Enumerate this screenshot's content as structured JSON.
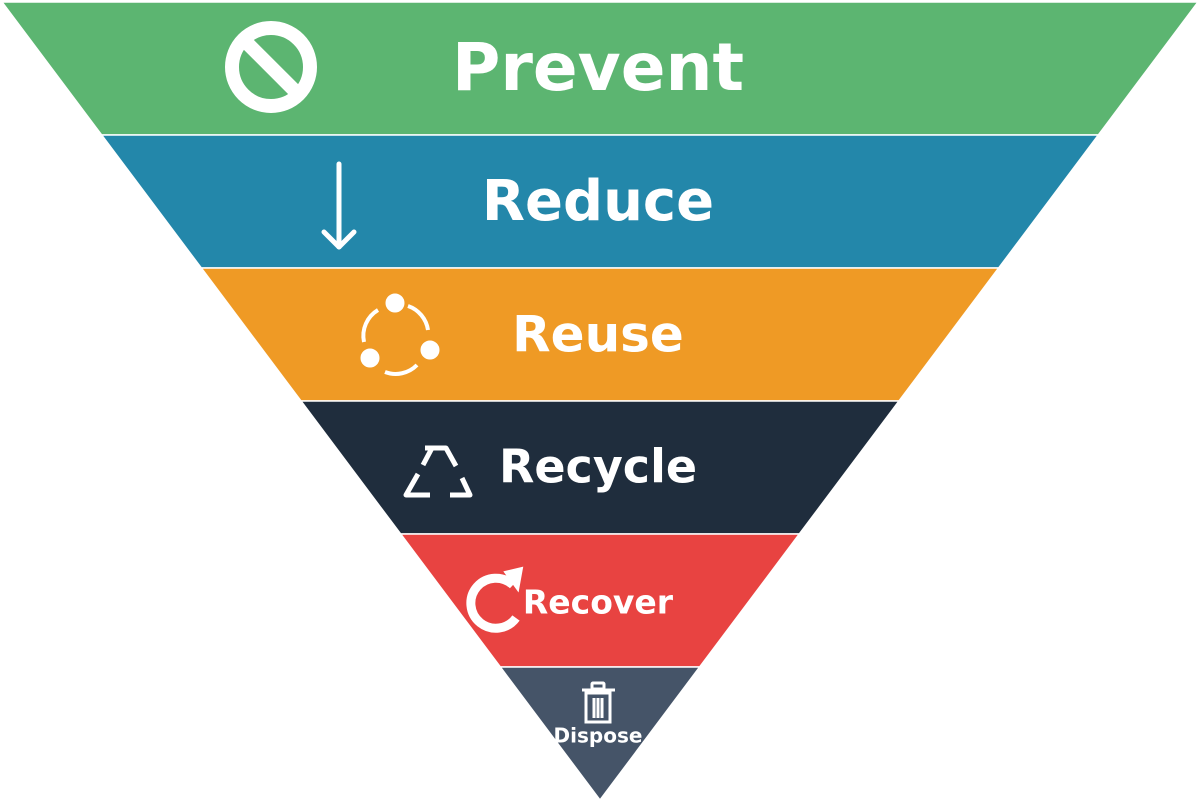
{
  "levels": [
    {
      "label": "Prevent",
      "color": "#5cb571",
      "icon": "prohibited-icon"
    },
    {
      "label": "Reduce",
      "color": "#2387aa",
      "icon": "arrow-down-icon"
    },
    {
      "label": "Reuse",
      "color": "#ef9a25",
      "icon": "cycle-icon"
    },
    {
      "label": "Recycle",
      "color": "#1f2d3d",
      "icon": "recycle-icon"
    },
    {
      "label": "Recover",
      "color": "#e84341",
      "icon": "refresh-icon"
    },
    {
      "label": "Dispose",
      "color": "#455468",
      "icon": "trash-icon"
    }
  ]
}
